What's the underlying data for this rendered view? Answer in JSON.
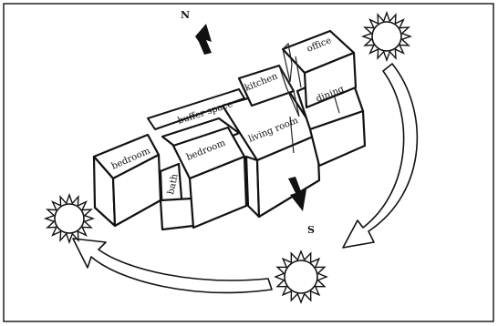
{
  "compass": {
    "north": "N",
    "south": "S"
  },
  "rooms": {
    "office": "office",
    "kitchen": "kitchen",
    "buffer_space": "buffer space",
    "dining": "dining",
    "living_room": "living room",
    "bedroom_left": "bedroom",
    "bedroom_middle": "bedroom",
    "bath": "bath"
  },
  "colors": {
    "line": "#111111",
    "background": "#ffffff"
  },
  "icons": [
    "north-arrow-icon",
    "south-arrow-icon",
    "sun-icon",
    "sun-path-arrow-icon"
  ]
}
